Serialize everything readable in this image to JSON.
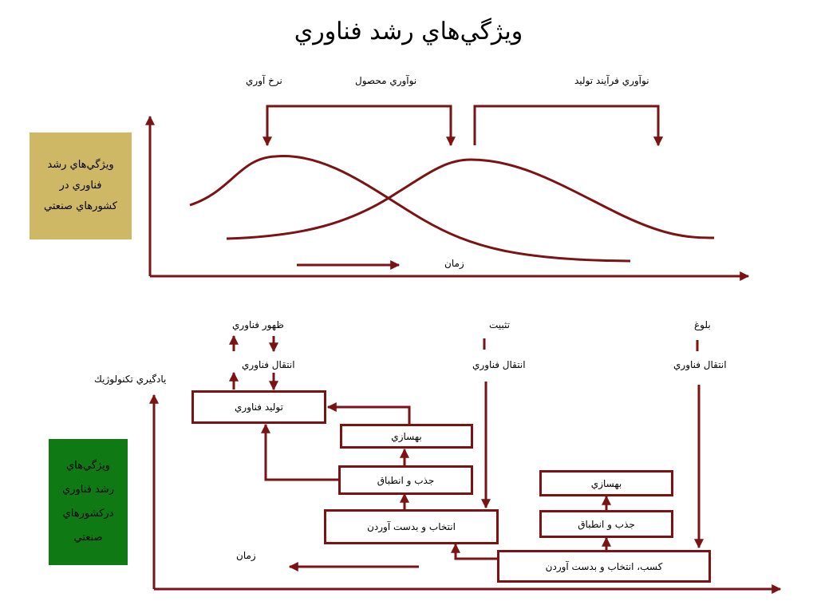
{
  "title": "ويژگي‌هاي رشد فناوري",
  "colors": {
    "arrow": "#7b1214",
    "box_border": "#7b1214",
    "industrial_panel": "#cfb865",
    "developing_panel": "#0f7a14"
  },
  "top_diagram": {
    "side_label": "ويژگي‌هاي رشد\nفناوري در\nكشورهاي صنعتي",
    "labels": {
      "rate": "نرخ آوري",
      "product_innovation": "نوآوري محصول",
      "process_innovation": "نوآوري فرآيند توليد",
      "time": "زمان"
    }
  },
  "bottom_diagram": {
    "side_label": "ويژگي‌هاي\nرشد فناوري\nدركشورهاي\nصنعتي",
    "labels": {
      "emergence": "ظهور فناوري",
      "stabilization": "تثبيت",
      "maturity": "بلوغ",
      "transfer_1": "انتقال فناوري",
      "transfer_2": "انتقال فناوري",
      "transfer_3": "انتقال فناوري",
      "learning": "يادگيري تكنولوژيك",
      "time": "زمان"
    },
    "boxes": {
      "production": "توليد فناوري",
      "optimization_1": "بهسازي",
      "absorption_1": "جذب و انطباق",
      "selection": "انتخاب و بدست آوردن",
      "optimization_2": "بهسازي",
      "absorption_2": "جذب و انطباق",
      "acquisition": "كسب، انتخاب و بدست آوردن"
    }
  }
}
